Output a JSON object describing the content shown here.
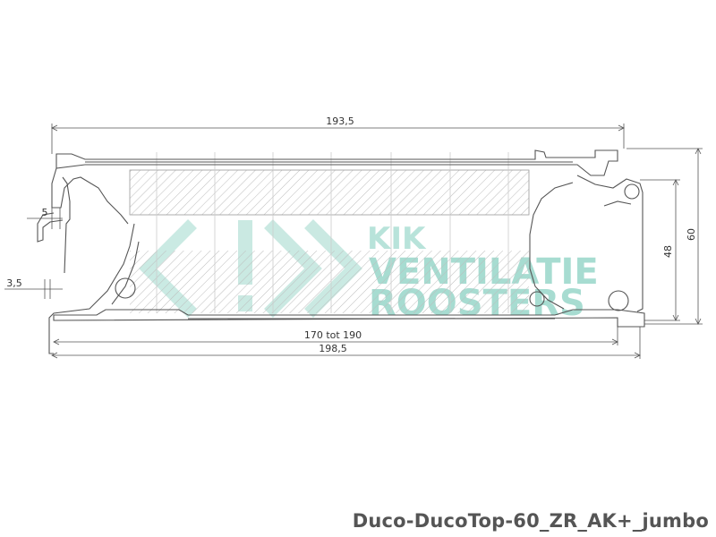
{
  "dimensions": {
    "top_width": "193,5",
    "bottom_width": "198,5",
    "inner_range": "170 tot 190",
    "height_total": "60",
    "height_inner": "48",
    "left_small": "5",
    "left_lower": "3,5"
  },
  "watermark": {
    "brand_small": "KIK",
    "line1": "VENTILATIE",
    "line2": "ROOSTERS",
    "color": "#9fd8cc"
  },
  "caption": "Duco-DucoTop-60_ZR_AK+_jumbo",
  "colors": {
    "line": "#555555",
    "hatch": "#bbbbbb"
  }
}
